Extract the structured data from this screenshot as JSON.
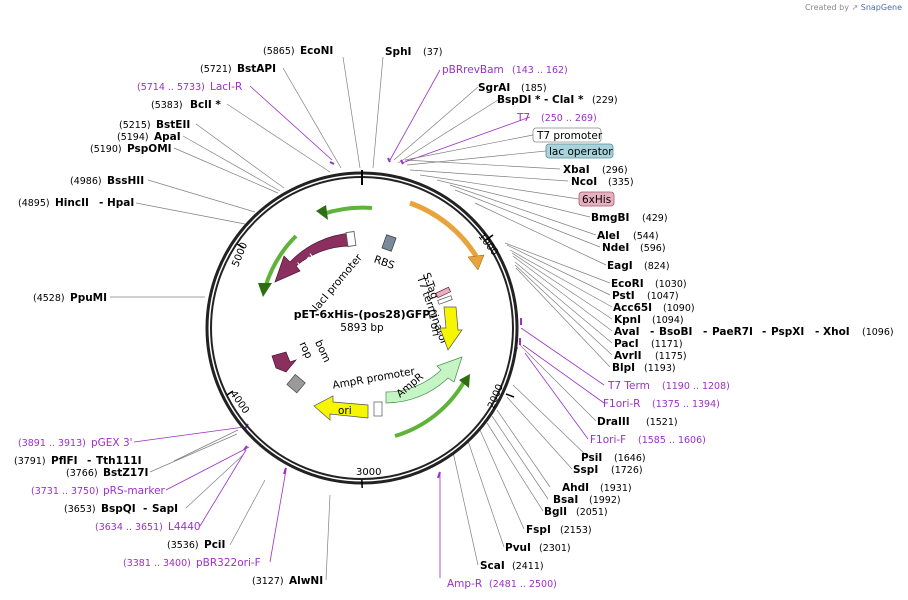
{
  "credit": {
    "prefix": "Created by",
    "brand": "SnapGene"
  },
  "plasmid": {
    "name": "pET-6xHis-(pos28)GFP",
    "size": "5893 bp"
  },
  "ticks": [
    "1000",
    "2000",
    "3000",
    "4000",
    "5000"
  ],
  "sites_top_left": [
    {
      "name": "EcoNI",
      "pos": "(5865)"
    },
    {
      "name": "BstAPI",
      "pos": "(5721)"
    },
    {
      "name": "BclI *",
      "pos": "(5383)"
    },
    {
      "name": "BstEII",
      "pos": "(5215)"
    },
    {
      "name": "ApaI",
      "pos": "(5194)"
    },
    {
      "name": "PspOMI",
      "pos": "(5190)"
    },
    {
      "name": "BssHII",
      "pos": "(4986)"
    },
    {
      "name": "HincII",
      "name2": "HpaI",
      "pos": "(4895)"
    },
    {
      "name": "PpuMI",
      "pos": "(4528)"
    }
  ],
  "sites_bottom_left": [
    {
      "name": "PflFI",
      "name2": "Tth111I",
      "pos": "(3791)"
    },
    {
      "name": "BstZ17I",
      "pos": "(3766)"
    },
    {
      "name": "BspQI",
      "name2": "SapI",
      "pos": "(3653)"
    },
    {
      "name": "PciI",
      "pos": "(3536)"
    },
    {
      "name": "AlwNI",
      "pos": "(3127)"
    }
  ],
  "sites_right": [
    {
      "name": "SphI",
      "pos": "(37)"
    },
    {
      "name": "SgrAI",
      "pos": "(185)"
    },
    {
      "name": "BspDI *",
      "name2": "ClaI *",
      "pos": "(229)"
    },
    {
      "name": "XbaI",
      "pos": "(296)"
    },
    {
      "name": "NcoI",
      "pos": "(335)"
    },
    {
      "name": "BmgBI",
      "pos": "(429)"
    },
    {
      "name": "AleI",
      "pos": "(544)"
    },
    {
      "name": "NdeI",
      "pos": "(596)"
    },
    {
      "name": "EagI",
      "pos": "(824)"
    },
    {
      "name": "EcoRI",
      "pos": "(1030)"
    },
    {
      "name": "PstI",
      "pos": "(1047)"
    },
    {
      "name": "Acc65I",
      "pos": "(1090)"
    },
    {
      "name": "KpnI",
      "pos": "(1094)"
    },
    {
      "name": "AvaI",
      "name2": "BsoBI",
      "name3": "PaeR7I",
      "name4": "PspXI",
      "name5": "XhoI",
      "pos": "(1096)"
    },
    {
      "name": "PacI",
      "pos": "(1171)"
    },
    {
      "name": "AvrII",
      "pos": "(1175)"
    },
    {
      "name": "BlpI",
      "pos": "(1193)"
    },
    {
      "name": "DraIII",
      "pos": "(1521)"
    },
    {
      "name": "PsiI",
      "pos": "(1646)"
    },
    {
      "name": "SspI",
      "pos": "(1726)"
    },
    {
      "name": "AhdI",
      "pos": "(1931)"
    },
    {
      "name": "BsaI",
      "pos": "(1992)"
    },
    {
      "name": "BglI",
      "pos": "(2051)"
    },
    {
      "name": "FspI",
      "pos": "(2153)"
    },
    {
      "name": "PvuI",
      "pos": "(2301)"
    },
    {
      "name": "ScaI",
      "pos": "(2411)"
    }
  ],
  "primers": [
    {
      "name": "LacI-R",
      "pos": "(5714 .. 5733)"
    },
    {
      "name": "pBRrevBam",
      "pos": "(143 .. 162)"
    },
    {
      "name": "T7",
      "pos": "(250 .. 269)"
    },
    {
      "name": "T7 Term",
      "pos": "(1190 .. 1208)"
    },
    {
      "name": "F1ori-R",
      "pos": "(1375 .. 1394)"
    },
    {
      "name": "F1ori-F",
      "pos": "(1585 .. 1606)"
    },
    {
      "name": "Amp-R",
      "pos": "(2481 .. 2500)"
    },
    {
      "name": "pBR322ori-F",
      "pos": "(3381 .. 3400)"
    },
    {
      "name": "L4440",
      "pos": "(3634 .. 3651)"
    },
    {
      "name": "pRS-marker",
      "pos": "(3731 .. 3750)"
    },
    {
      "name": "pGEX 3'",
      "pos": "(3891 .. 3913)"
    }
  ],
  "boxed": [
    {
      "name": "T7 promoter"
    },
    {
      "name": "lac operator"
    },
    {
      "name": "6xHis"
    }
  ],
  "features": {
    "laci": "lacI",
    "laci_promoter": "lacI promoter",
    "rbs": "RBS",
    "stag": "S-Tag",
    "t7term": "T7 terminator",
    "f1": "f1 ori",
    "ampr": "AmpR",
    "ampr_promoter": "AmpR promoter",
    "ori": "ori",
    "bom": "bom",
    "rop": "rop"
  },
  "colors": {
    "primer": "#9b30c8",
    "laci": "#8b2f5e",
    "orange": "#e8a33a",
    "yellow": "#f6f600",
    "green": "#5fb33a",
    "ampr": "#c5f5c5",
    "lacop": "#a9d3dc",
    "his": "#e6b0c0"
  }
}
